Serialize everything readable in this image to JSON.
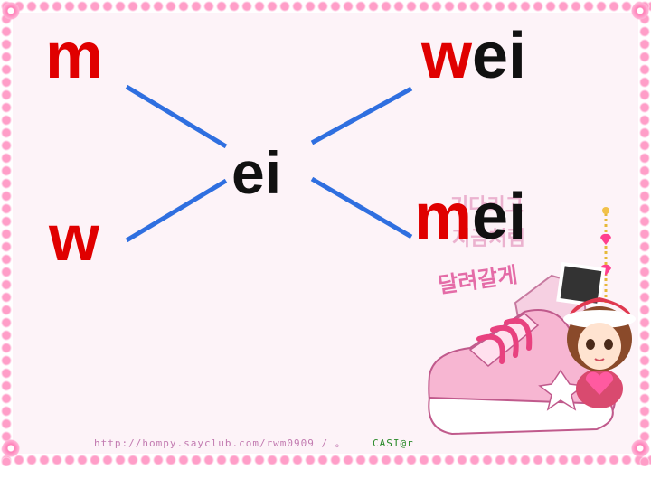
{
  "initials": {
    "top": "m",
    "bottom": "w"
  },
  "final": "ei",
  "syllables": [
    {
      "initial": "w",
      "rest": "ei"
    },
    {
      "initial": "m",
      "rest": "ei"
    }
  ],
  "decoration": {
    "korean_line_1": "기다리고",
    "korean_line_2": "지금처럼",
    "korean_line_3": "달려갈게",
    "footer_url": "http://hompy.sayclub.com/rwm0909 / 。",
    "footer_brand": "CASI@r"
  },
  "colors": {
    "initial_red": "#e00000",
    "text_black": "#111111",
    "line_blue": "#2f6fe0"
  }
}
